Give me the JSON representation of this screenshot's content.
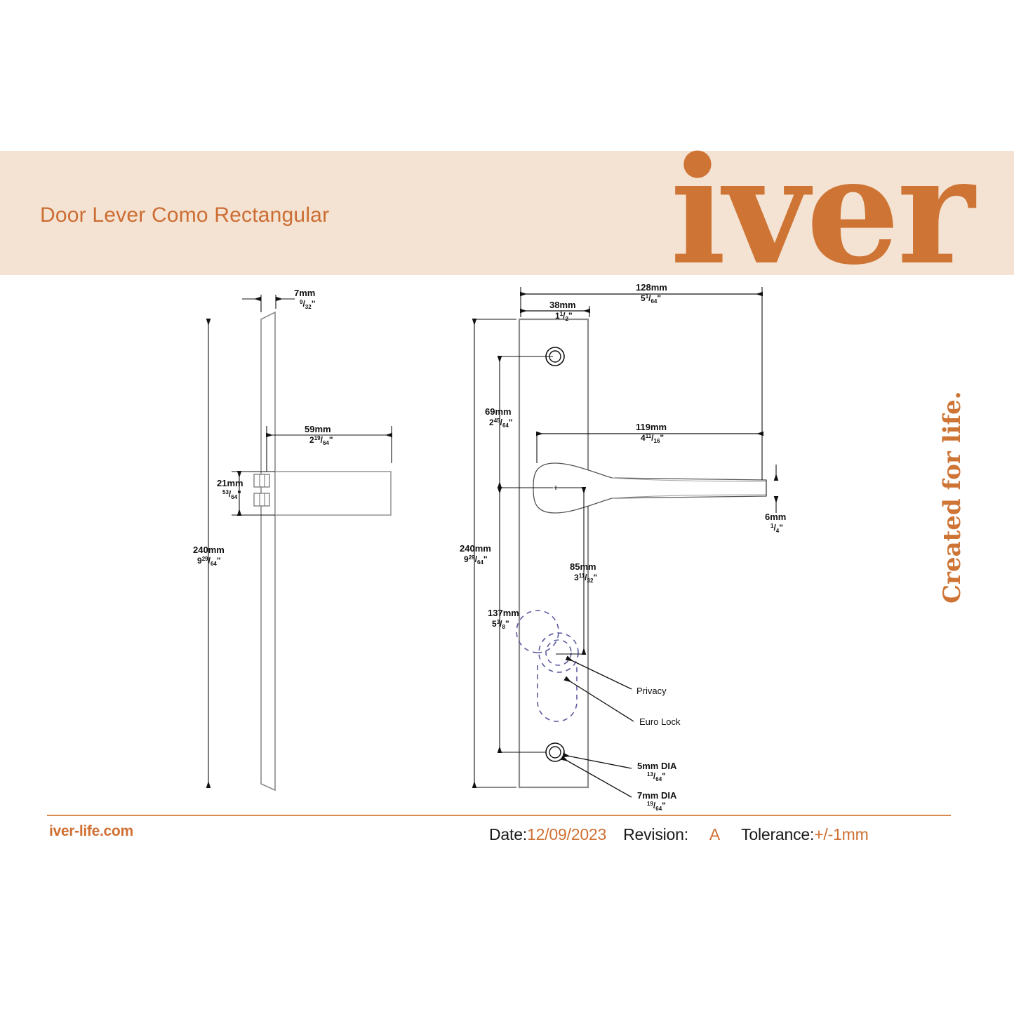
{
  "header": {
    "title": "Door Lever Como Rectangular",
    "logo": "iver",
    "band_color": "#f4e3d2",
    "accent_color": "#ce7435"
  },
  "tagline": "Created for life.",
  "footer": {
    "site": "iver-life.com",
    "date_label": "Date:",
    "date_value": "12/09/2023",
    "revision_label": "Revision:",
    "revision_value": "A",
    "tolerance_label": "Tolerance:",
    "tolerance_value": "+/-1mm"
  },
  "side_view": {
    "dims": [
      {
        "id": "thickness",
        "mm": "7mm",
        "whole": "",
        "num": "9",
        "den": "32",
        "unit": "\""
      },
      {
        "id": "lever-projection",
        "mm": "59mm",
        "whole": "2",
        "num": "19",
        "den": "64",
        "unit": "\""
      },
      {
        "id": "lever-height",
        "mm": "21mm",
        "whole": "",
        "num": "53",
        "den": "64",
        "unit": "\""
      },
      {
        "id": "plate-length",
        "mm": "240mm",
        "whole": "9",
        "num": "29",
        "den": "64",
        "unit": "\""
      }
    ]
  },
  "front_view": {
    "dims": [
      {
        "id": "plate-width-total",
        "mm": "128mm",
        "whole": "5",
        "num": "1",
        "den": "64",
        "unit": "\""
      },
      {
        "id": "plate-width",
        "mm": "38mm",
        "whole": "1",
        "num": "1",
        "den": "2",
        "unit": "\""
      },
      {
        "id": "top-screw-to-lever",
        "mm": "69mm",
        "whole": "2",
        "num": "45",
        "den": "64",
        "unit": "\""
      },
      {
        "id": "lever-length",
        "mm": "119mm",
        "whole": "4",
        "num": "11",
        "den": "16",
        "unit": "\""
      },
      {
        "id": "lever-tip-thickness",
        "mm": "6mm",
        "whole": "",
        "num": "1",
        "den": "4",
        "unit": "\""
      },
      {
        "id": "spindle-to-cylinder",
        "mm": "85mm",
        "whole": "3",
        "num": "11",
        "den": "32",
        "unit": "\""
      },
      {
        "id": "plate-length",
        "mm": "240mm",
        "whole": "9",
        "num": "29",
        "den": "64",
        "unit": "\""
      },
      {
        "id": "lever-to-bottom-screw",
        "mm": "137mm",
        "whole": "5",
        "num": "3",
        "den": "8",
        "unit": "\""
      }
    ],
    "callouts": [
      {
        "id": "privacy",
        "text": "Privacy"
      },
      {
        "id": "euro-lock",
        "text": "Euro Lock"
      },
      {
        "id": "screw-hole-5mm",
        "text": "5mm DIA",
        "whole": "",
        "num": "13",
        "den": "64",
        "unit": "\""
      },
      {
        "id": "screw-hole-7mm",
        "text": "7mm DIA",
        "whole": "",
        "num": "19",
        "den": "64",
        "unit": "\""
      }
    ]
  }
}
